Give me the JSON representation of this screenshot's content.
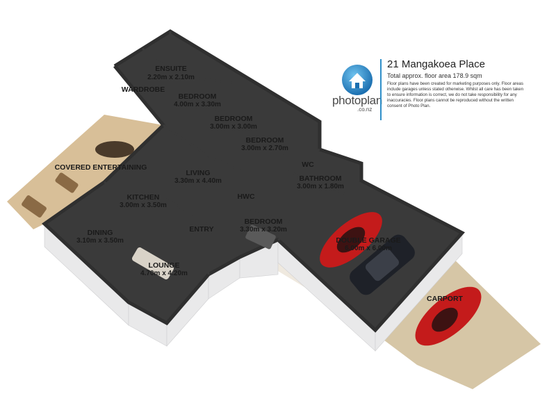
{
  "header": {
    "address": "21 Mangakoea Place",
    "total_area": "Total approx. floor area 178.9 sqm",
    "disclaimer": "Floor plans have been created for marketing purposes only. Floor areas include garages unless stated otherwise. Whilst all care has been taken to ensure information is correct, we do not take responsibility for any inaccuracies. Floor plans cannot be reproduced without the written consent of Photo Plan.",
    "brand": "photoplan",
    "brand_suffix": ".co.nz",
    "brand_color": "#2f8fc9",
    "logo_icon": "house-icon"
  },
  "rooms": {
    "ensuite": {
      "name": "ENSUITE",
      "dims": "2.20m x 2.10m"
    },
    "wardrobe": {
      "name": "WARDROBE"
    },
    "bedroom1": {
      "name": "BEDROOM",
      "dims": "4.00m x 3.30m"
    },
    "bedroom2": {
      "name": "BEDROOM",
      "dims": "3.00m x 3.00m"
    },
    "bedroom3": {
      "name": "BEDROOM",
      "dims": "3.00m x 2.70m"
    },
    "wc": {
      "name": "WC"
    },
    "bathroom": {
      "name": "BATHROOM",
      "dims": "3.00m x 1.80m"
    },
    "covered": {
      "name": "COVERED ENTERTAINING"
    },
    "living": {
      "name": "LIVING",
      "dims": "3.30m x 4.40m"
    },
    "kitchen": {
      "name": "KITCHEN",
      "dims": "3.00m x 3.50m"
    },
    "hwc": {
      "name": "HWC"
    },
    "dining": {
      "name": "DINING",
      "dims": "3.10m x 3.50m"
    },
    "entry": {
      "name": "ENTRY"
    },
    "bedroom4": {
      "name": "BEDROOM",
      "dims": "3.30m x 3.20m"
    },
    "garage": {
      "name": "DOUBLE GARAGE",
      "dims": "6.00m x 6.00m"
    },
    "lounge": {
      "name": "LOUNGE",
      "dims": "4.70m x 4.20m"
    },
    "carport": {
      "name": "CARPORT"
    }
  }
}
